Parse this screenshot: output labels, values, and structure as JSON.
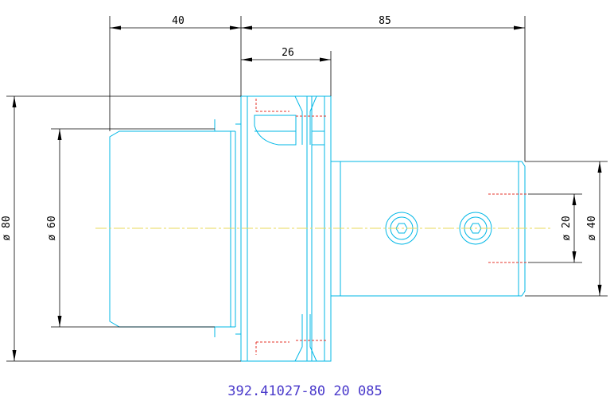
{
  "dimensions": {
    "left_length": "40",
    "total_length": "85",
    "flange_length": "26",
    "outer_diameter": "ø 80",
    "taper_diameter": "ø 60",
    "bore_diameter": "ø 20",
    "shank_diameter": "ø 40"
  },
  "part_number": "392.41027-80 20 085",
  "colors": {
    "outline": "#00b7e6",
    "dimension": "#000000",
    "hidden": "#e4332a",
    "centerline": "#e9d95a",
    "caption": "#4a3acb"
  }
}
